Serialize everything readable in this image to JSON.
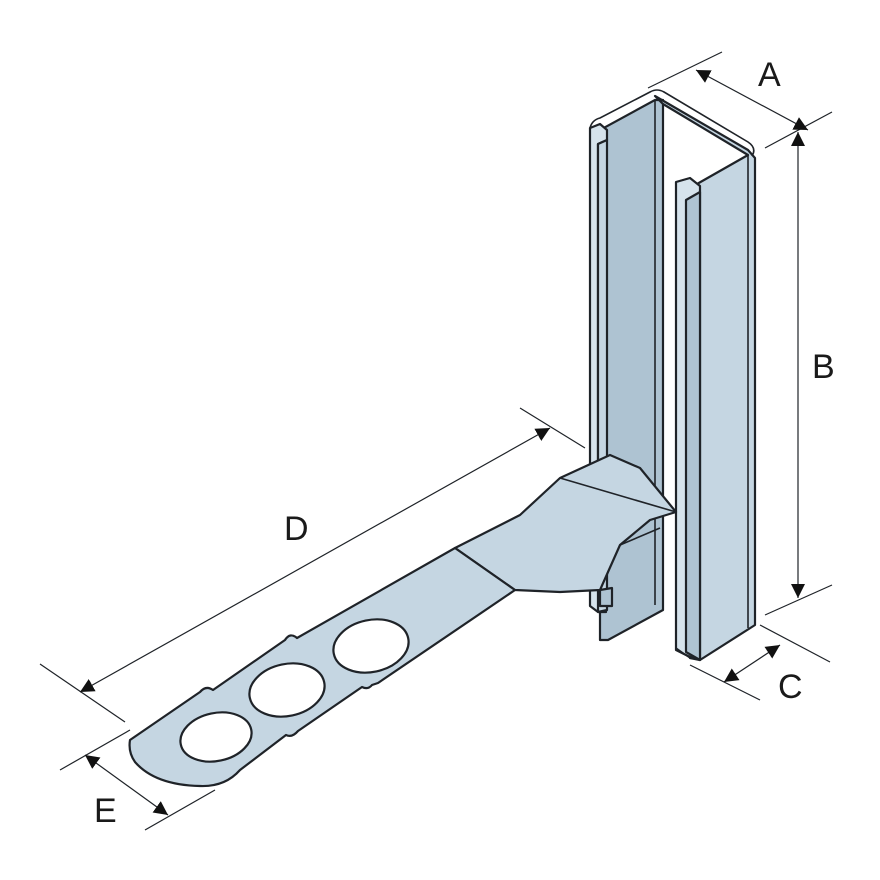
{
  "dimensions": {
    "a": "A",
    "b": "B",
    "c": "C",
    "d": "D",
    "e": "E"
  },
  "colors": {
    "metal": "#c5d6e2",
    "outline": "#1f2328",
    "background": "#ffffff"
  }
}
